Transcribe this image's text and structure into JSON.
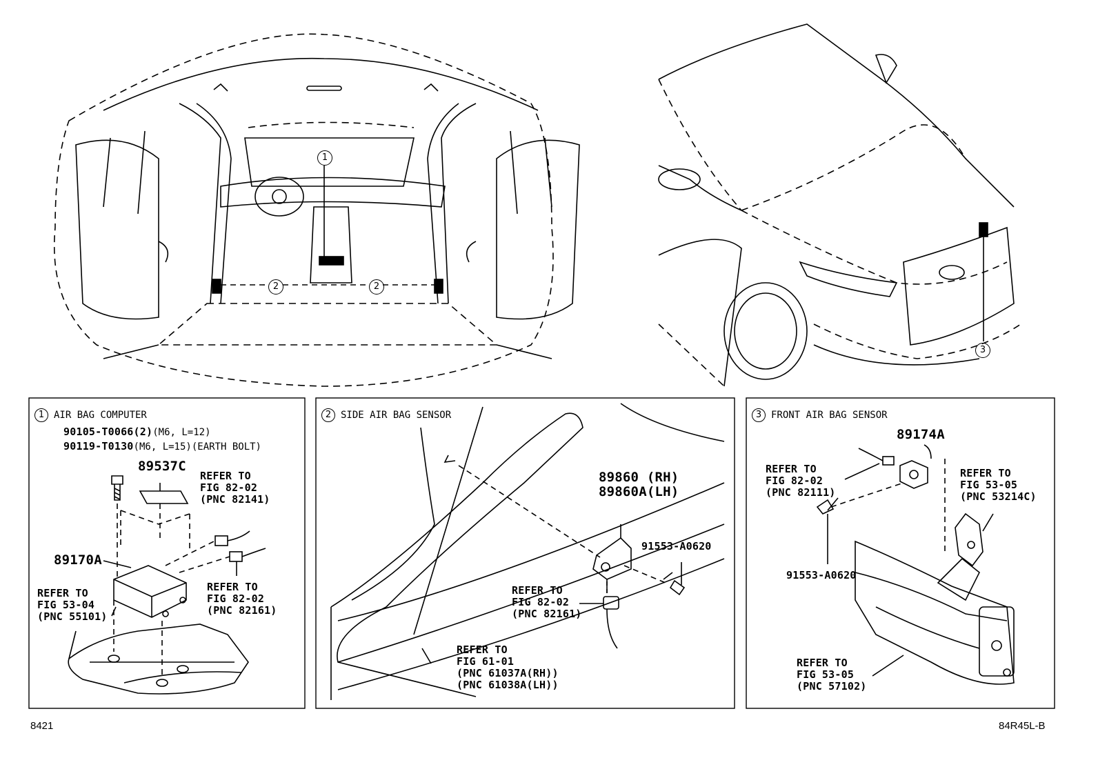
{
  "callouts": {
    "c1": "1",
    "c2": "2",
    "c3": "3"
  },
  "panel1": {
    "title": "AIR BAG COMPUTER",
    "bolt1": "90105-T0066(2)",
    "bolt1_spec": "(M6, L=12)",
    "bolt2": "90119-T0130",
    "bolt2_spec": "(M6, L=15)(EARTH BOLT)",
    "part_label": "89537C",
    "refer_a": [
      "REFER TO",
      "FIG 82-02",
      "(PNC 82141)"
    ],
    "computer": "89170A",
    "refer_b": [
      "REFER TO",
      "FIG 53-04",
      "(PNC 55101)"
    ],
    "refer_c": [
      "REFER TO",
      "FIG 82-02",
      "(PNC 82161)"
    ]
  },
  "panel2": {
    "title": "SIDE AIR BAG SENSOR",
    "sensor_rh": "89860 (RH)",
    "sensor_lh": "89860A(LH)",
    "bolt": "91553-A0620",
    "refer_a": [
      "REFER TO",
      "FIG 82-02",
      "(PNC 82161)"
    ],
    "refer_b": [
      "REFER TO",
      "FIG 61-01",
      "(PNC 61037A(RH))",
      "(PNC 61038A(LH))"
    ]
  },
  "panel3": {
    "title": "FRONT AIR BAG SENSOR",
    "sensor": "89174A",
    "refer_a": [
      "REFER TO",
      "FIG 82-02",
      "(PNC 82111)"
    ],
    "refer_b": [
      "REFER TO",
      "FIG 53-05",
      "(PNC 53214C)"
    ],
    "bolt": "91553-A0620",
    "refer_c": [
      "REFER TO",
      "FIG 53-05",
      "(PNC 57102)"
    ]
  },
  "footer": {
    "left": "8421",
    "right": "84R45L-B"
  }
}
